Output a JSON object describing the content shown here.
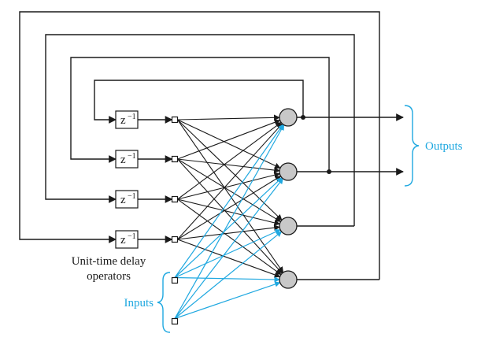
{
  "delay_operator": {
    "symbol": "z",
    "exponent": "−1"
  },
  "delay_caption": [
    "Unit-time delay",
    "operators"
  ],
  "inputs_label": "Inputs",
  "outputs_label": "Outputs",
  "colors": {
    "line": "#1a1a1a",
    "input_connections": "#1fa8e0",
    "neuron_fill": "#c8c8c8"
  },
  "neuron_count": 4,
  "delay_count": 4,
  "input_count": 2,
  "output_count": 2
}
